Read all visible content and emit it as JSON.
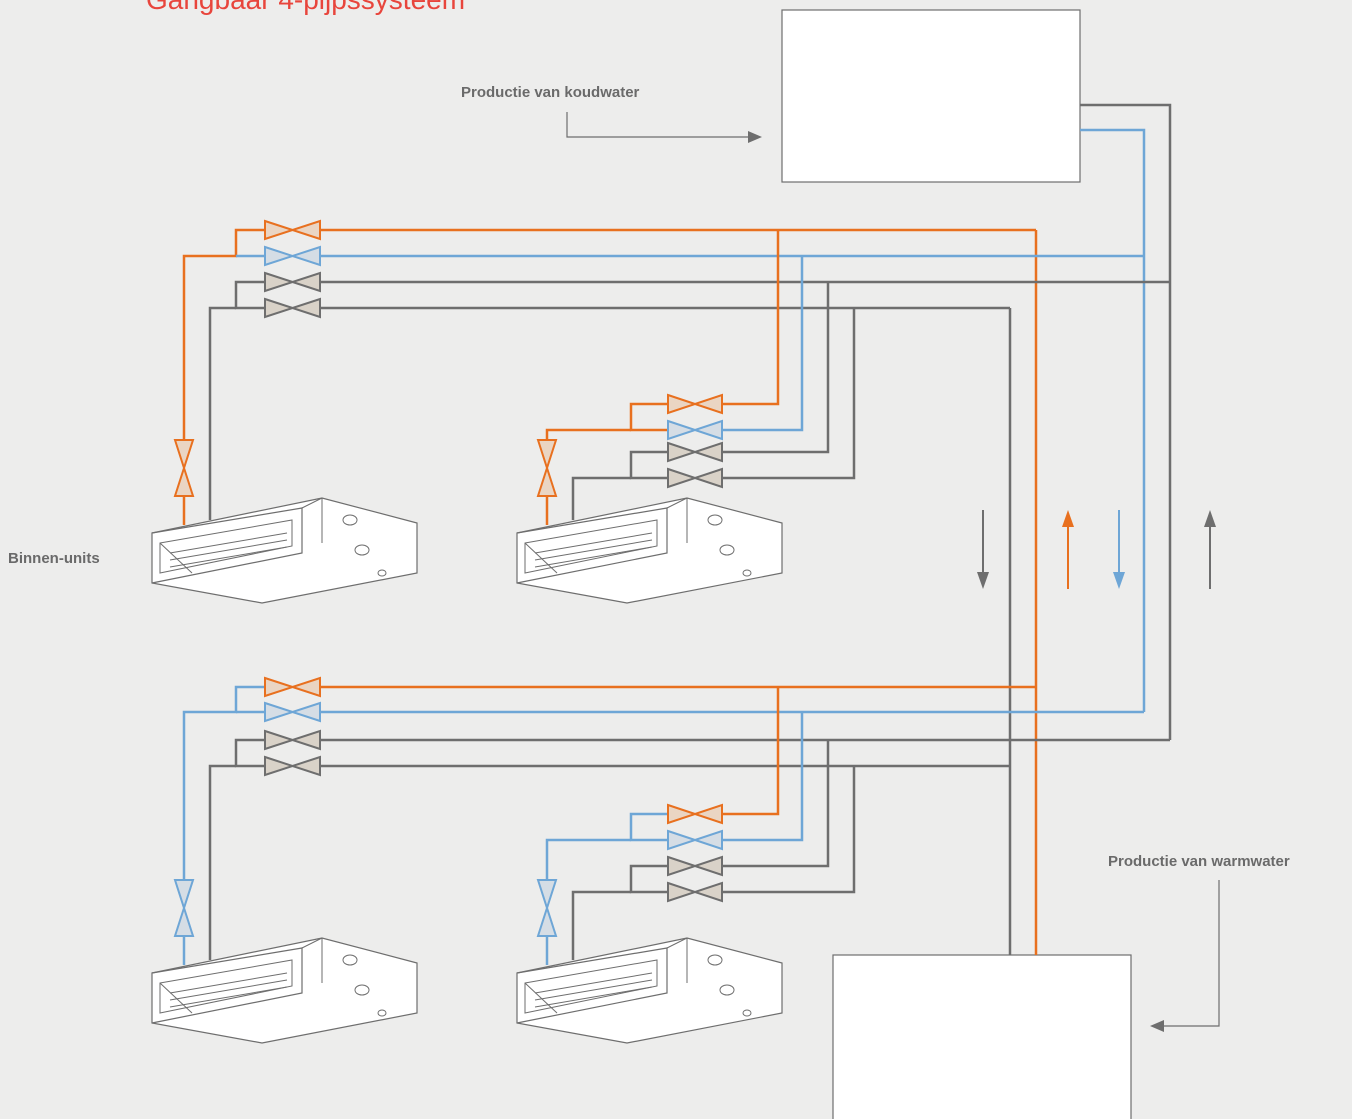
{
  "title": "Gangbaar 4-pijpssysteem",
  "labels": {
    "cold_water": "Productie van koudwater",
    "warm_water": "Productie van warmwater",
    "indoor_units": "Binnen-units"
  },
  "colors": {
    "background": "#ededec",
    "warm_line": "#e8701f",
    "cold_line": "#6ea6d6",
    "return_line": "#6e6e6e",
    "valve_fill": "#d9d2c8",
    "title": "#e8453c",
    "label": "#6a6a6a"
  },
  "components": {
    "chiller": "cold-water-production-unit",
    "boiler": "warm-water-production-unit",
    "indoor_unit_count": 4
  }
}
